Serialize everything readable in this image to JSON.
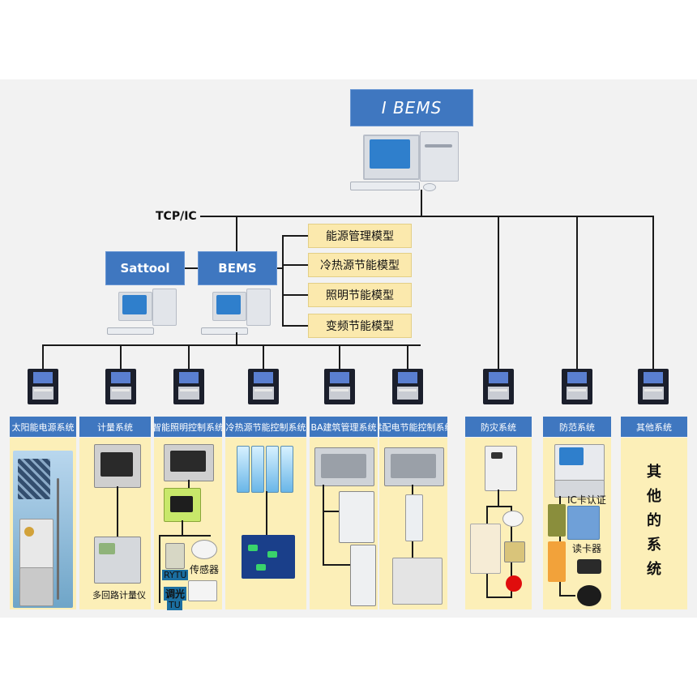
{
  "top": {
    "title": "I BEMS"
  },
  "network": {
    "label": "TCP/IC"
  },
  "servers": [
    {
      "name": "Sattool"
    },
    {
      "name": "BEMS"
    }
  ],
  "modules": [
    "能源管理模型",
    "冷热源节能模型",
    "照明节能模型",
    "变频节能模型"
  ],
  "columns": [
    {
      "title": "太阳能电源系统"
    },
    {
      "title": "计量系统"
    },
    {
      "title": "智能照明控制系统"
    },
    {
      "title": "冷热源节能控制系统"
    },
    {
      "title": "BA建筑管理系统"
    },
    {
      "title": "供配电节能控制系统"
    },
    {
      "title": "防灾系统"
    },
    {
      "title": "防范系统"
    },
    {
      "title": "其他系统"
    }
  ],
  "labels": {
    "meter": "多回路计量仪",
    "sensor": "传感器",
    "rytu": "RYTU",
    "dimmer": "调光",
    "tu": "TU",
    "ic_card": "IC卡认证",
    "card_reader": "读卡器",
    "other_text": [
      "其",
      "他",
      "的",
      "系",
      "统"
    ]
  },
  "colors": {
    "blue": "#3f77c0",
    "module": "#fbe9ad",
    "panel": "#fcefb8"
  }
}
